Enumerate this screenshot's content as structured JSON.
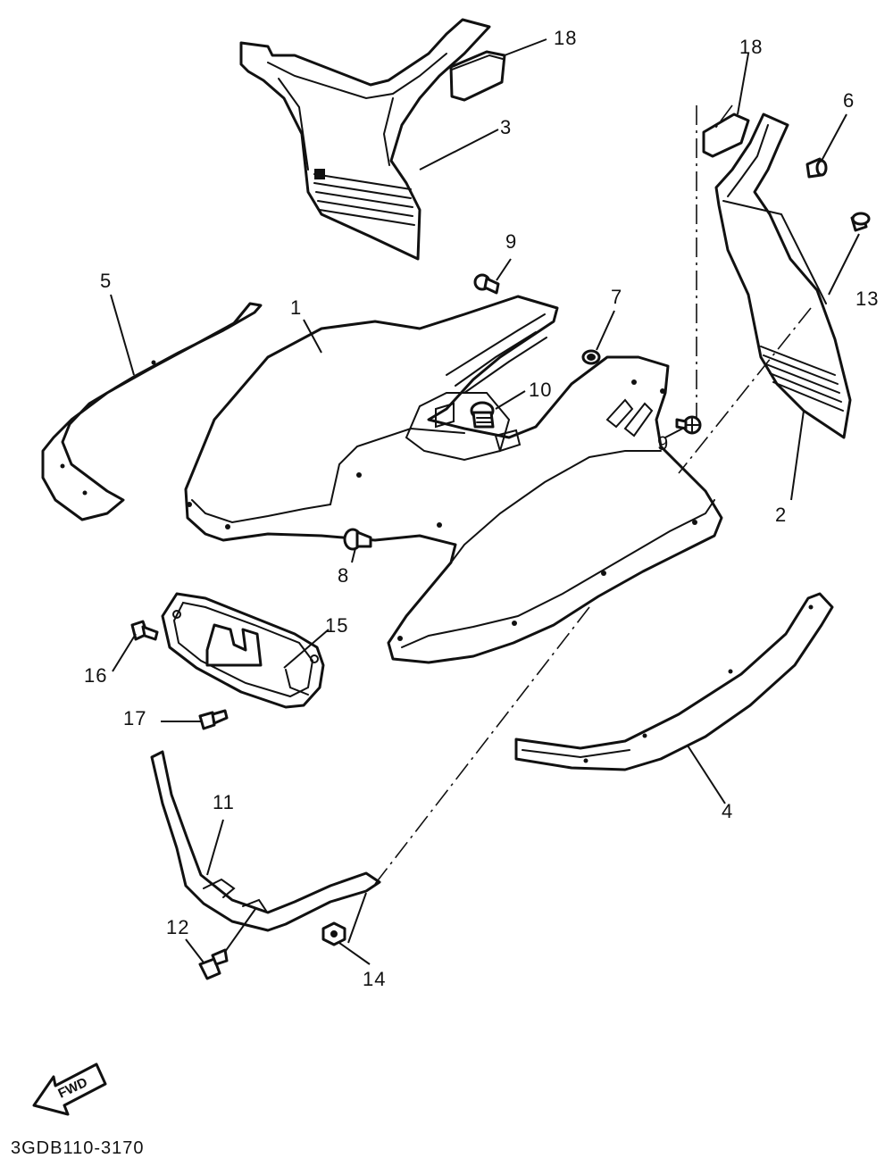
{
  "diagram": {
    "part_code": "3GDB110-3170",
    "direction_label": "FWD",
    "callouts": [
      {
        "id": "c1",
        "label": "1"
      },
      {
        "id": "c2",
        "label": "2"
      },
      {
        "id": "c3",
        "label": "3"
      },
      {
        "id": "c4",
        "label": "4"
      },
      {
        "id": "c5",
        "label": "5"
      },
      {
        "id": "c6",
        "label": "6"
      },
      {
        "id": "c7",
        "label": "7"
      },
      {
        "id": "c8",
        "label": "8"
      },
      {
        "id": "c9a",
        "label": "9"
      },
      {
        "id": "c9b",
        "label": "9"
      },
      {
        "id": "c10",
        "label": "10"
      },
      {
        "id": "c11",
        "label": "11"
      },
      {
        "id": "c12",
        "label": "12"
      },
      {
        "id": "c13",
        "label": "13"
      },
      {
        "id": "c14",
        "label": "14"
      },
      {
        "id": "c15",
        "label": "15"
      },
      {
        "id": "c16",
        "label": "16"
      },
      {
        "id": "c17",
        "label": "17"
      },
      {
        "id": "c18a",
        "label": "18"
      },
      {
        "id": "c18b",
        "label": "18"
      }
    ]
  }
}
